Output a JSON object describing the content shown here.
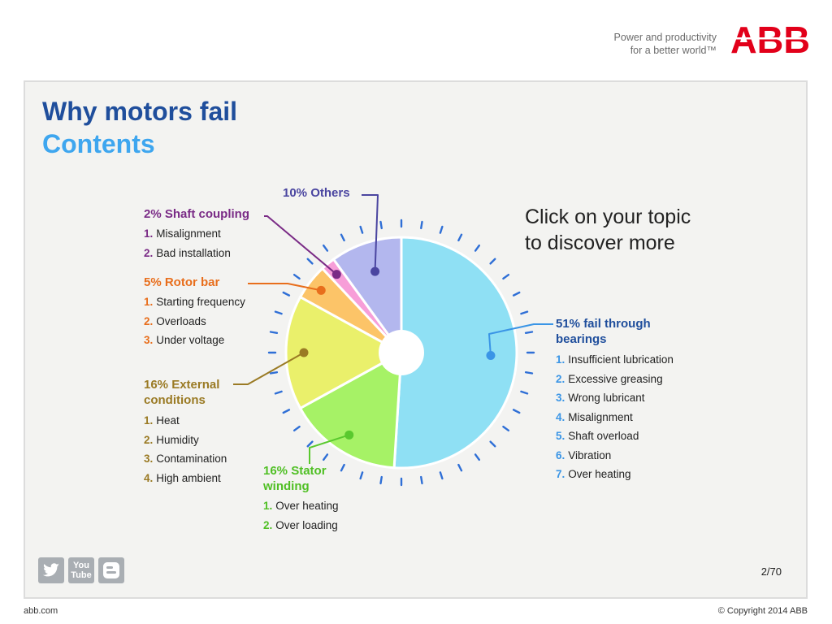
{
  "header": {
    "tagline_line1": "Power and productivity",
    "tagline_line2": "for a better world™",
    "logo_text": "ABB"
  },
  "title": {
    "line1": "Why motors fail",
    "line2": "Contents"
  },
  "cta": {
    "line1": "Click on your topic",
    "line2": "to discover more"
  },
  "chart_data": {
    "type": "pie",
    "slices": [
      {
        "label": "fail through bearings",
        "value": 51,
        "color": "#8fe0f4",
        "accent": "#3a95e6"
      },
      {
        "label": "Stator winding",
        "value": 16,
        "color": "#a6f266",
        "accent": "#59c92e"
      },
      {
        "label": "External conditions",
        "value": 16,
        "color": "#eaf06b",
        "accent": "#9a7a24"
      },
      {
        "label": "Rotor bar",
        "value": 5,
        "color": "#fcc468",
        "accent": "#e86e1c"
      },
      {
        "label": "Shaft coupling",
        "value": 2,
        "color": "#f79ed8",
        "accent": "#7a2b86"
      },
      {
        "label": "Others",
        "value": 10,
        "color": "#b3b7ee",
        "accent": "#4a45a0"
      }
    ]
  },
  "sections": {
    "bearings": {
      "line1": "51% fail through",
      "line2": "bearings",
      "items": [
        "Insufficient lubrication",
        "Excessive greasing",
        "Wrong lubricant",
        "Misalignment",
        "Shaft overload",
        "Vibration",
        "Over heating"
      ]
    },
    "stator": {
      "line1": "16% Stator",
      "line2": "winding",
      "items": [
        "Over heating",
        "Over loading"
      ]
    },
    "external": {
      "line1": "16% External",
      "line2": "conditions",
      "items": [
        "Heat",
        "Humidity",
        "Contamination",
        "High ambient"
      ]
    },
    "rotor": {
      "line1": "5% Rotor bar",
      "items": [
        "Starting frequency",
        "Overloads",
        "Under voltage"
      ]
    },
    "shaft": {
      "line1": "2% Shaft coupling",
      "items": [
        "Misalignment",
        "Bad installation"
      ]
    },
    "others": {
      "line1": "10% Others"
    }
  },
  "numbers": {
    "n1": "1.",
    "n2": "2.",
    "n3": "3.",
    "n4": "4.",
    "n5": "5.",
    "n6": "6.",
    "n7": "7."
  },
  "social": {
    "youtube_line1": "You",
    "youtube_line2": "Tube"
  },
  "page_number": "2/70",
  "footer": {
    "site": "abb.com",
    "copyright": "© Copyright 2014 ABB"
  },
  "colors": {
    "title_dark": "#1f4e9c",
    "title_light": "#3ea6ef",
    "logo_red": "#e2001a",
    "tick": "#2f6fd6"
  }
}
